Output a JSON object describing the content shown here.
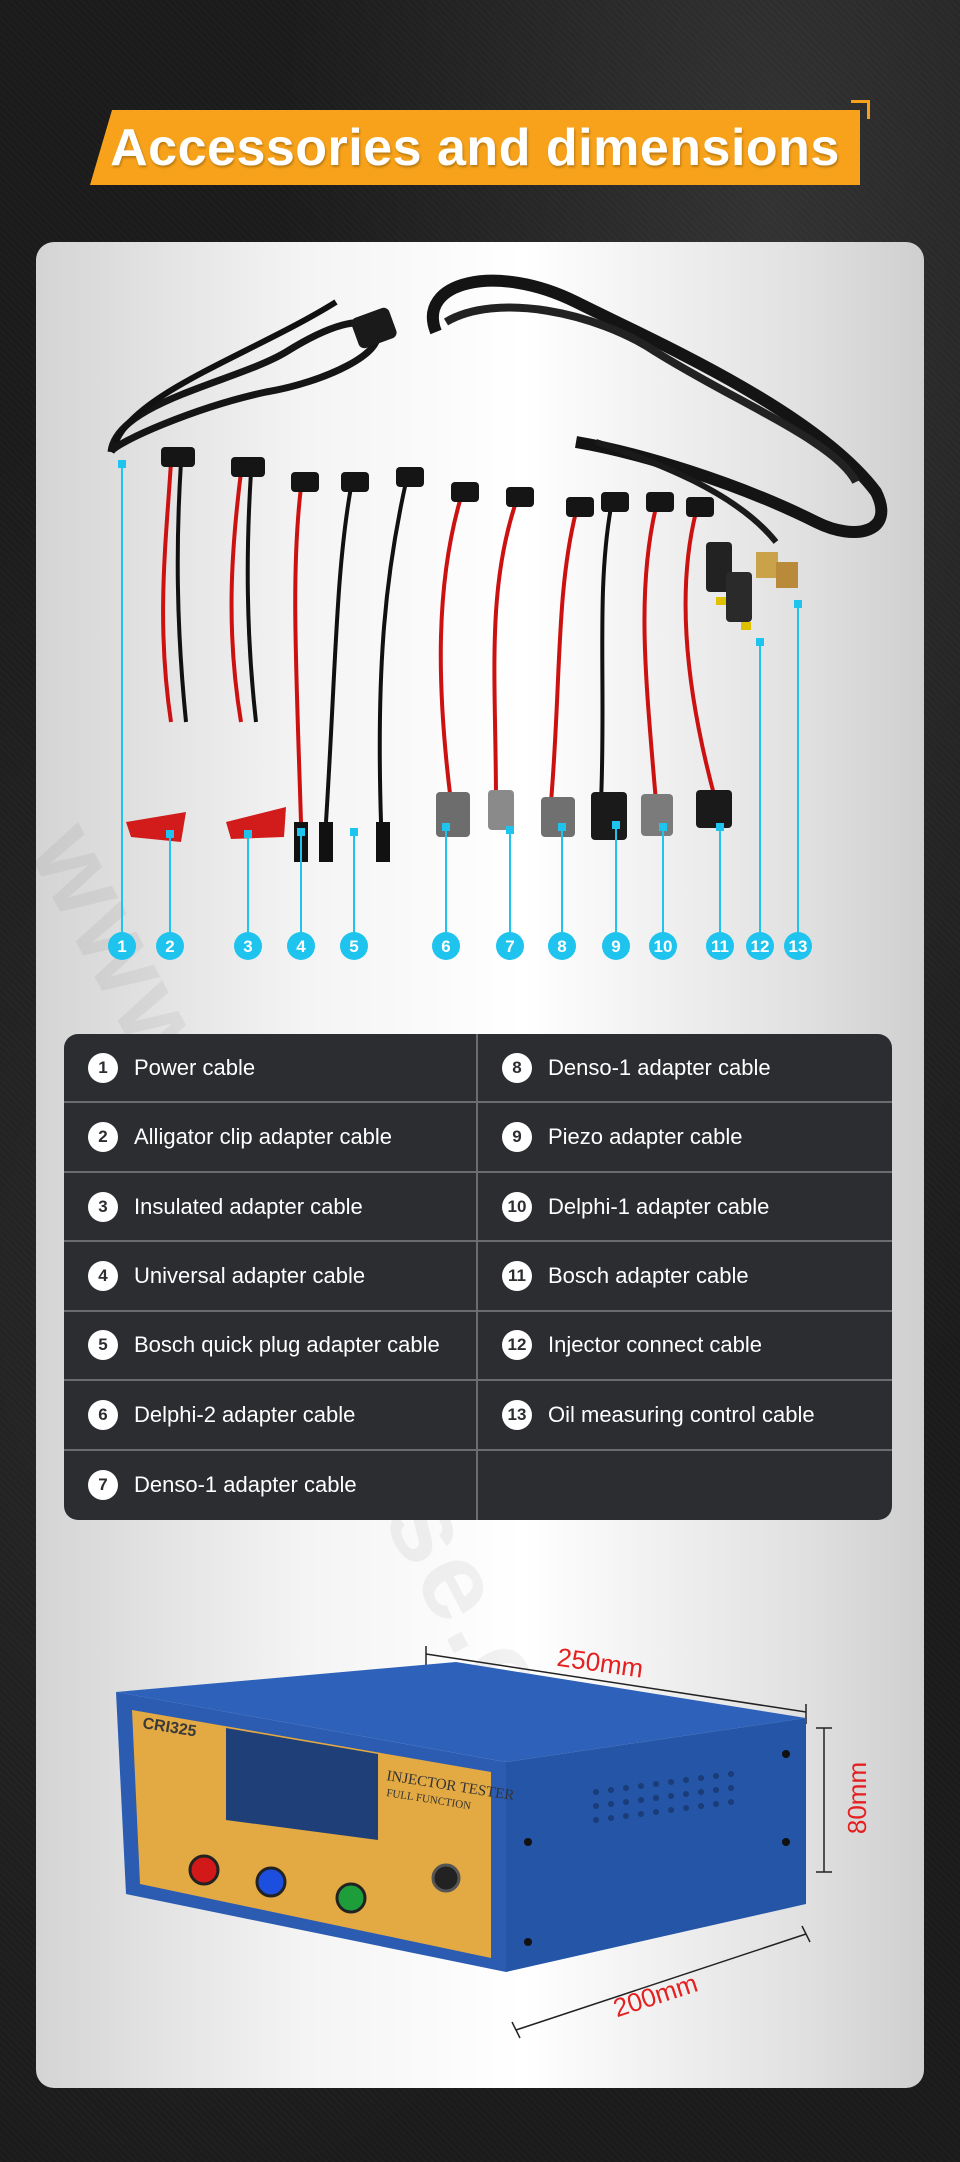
{
  "header": {
    "title": "Accessories and dimensions"
  },
  "callout_numbers": [
    "1",
    "2",
    "3",
    "4",
    "5",
    "6",
    "7",
    "8",
    "9",
    "10",
    "11",
    "12",
    "13"
  ],
  "accessories": [
    {
      "num": "1",
      "label": "Power cable"
    },
    {
      "num": "8",
      "label": "Denso-1 adapter cable"
    },
    {
      "num": "2",
      "label": "Alligator clip adapter cable"
    },
    {
      "num": "9",
      "label": "Piezo adapter cable"
    },
    {
      "num": "3",
      "label": "Insulated adapter cable"
    },
    {
      "num": "10",
      "label": "Delphi-1 adapter cable"
    },
    {
      "num": "4",
      "label": "Universal adapter cable"
    },
    {
      "num": "11",
      "label": "Bosch adapter cable"
    },
    {
      "num": "5",
      "label": "Bosch quick plug adapter cable"
    },
    {
      "num": "12",
      "label": "Injector connect cable"
    },
    {
      "num": "6",
      "label": "Delphi-2 adapter cable"
    },
    {
      "num": "13",
      "label": "Oil measuring control cable"
    },
    {
      "num": "7",
      "label": "Denso-1 adapter cable"
    },
    {
      "num": "",
      "label": ""
    }
  ],
  "device": {
    "model": "CRI325",
    "name_line1": "INJECTOR TESTER",
    "name_line2": "FULL FUNCTION",
    "width_label": "250mm",
    "height_label": "80mm",
    "depth_label": "200mm"
  },
  "watermark": "www.mongoose.com",
  "colors": {
    "accent": "#f7a21a",
    "callout": "#1ec3ee",
    "table_bg": "#2b2d31",
    "dimension": "#e52020",
    "device_blue": "#2b5fb8",
    "device_face": "#e3a942"
  }
}
